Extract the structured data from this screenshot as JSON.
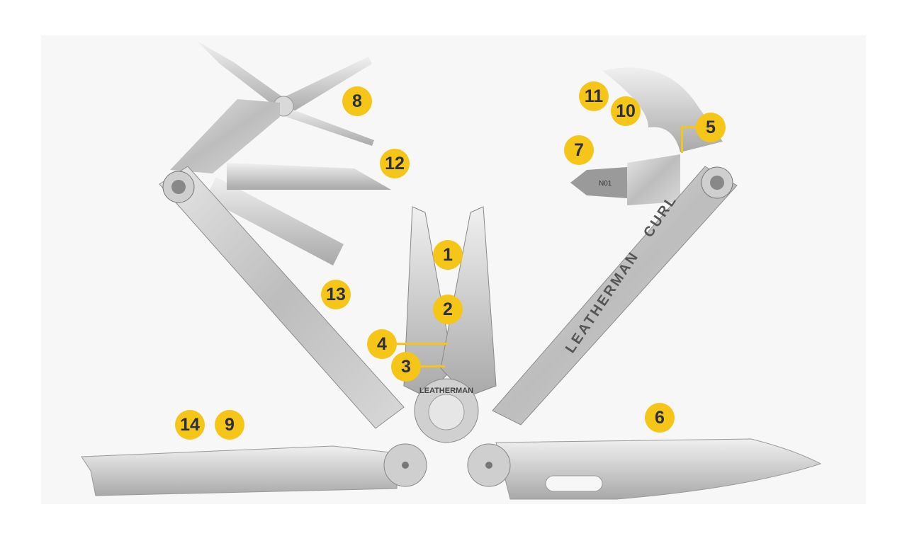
{
  "title": "Leatherman Curl multitool features",
  "logo_text": {
    "handle_brand": "LEATHERMAN",
    "handle_model": "CURL",
    "pivot_brand": "LEATHERMAN"
  },
  "colors": {
    "badge": "#f5c518",
    "badge_text": "#2a2f45",
    "background": "#f7f7f7",
    "steel": "#c9c9c9"
  },
  "callouts": [
    {
      "id": "1",
      "label": "1"
    },
    {
      "id": "2",
      "label": "2"
    },
    {
      "id": "3",
      "label": "3"
    },
    {
      "id": "4",
      "label": "4"
    },
    {
      "id": "5",
      "label": "5"
    },
    {
      "id": "6",
      "label": "6"
    },
    {
      "id": "7",
      "label": "7"
    },
    {
      "id": "8",
      "label": "8"
    },
    {
      "id": "9",
      "label": "9"
    },
    {
      "id": "10",
      "label": "10"
    },
    {
      "id": "11",
      "label": "11"
    },
    {
      "id": "12",
      "label": "12"
    },
    {
      "id": "13",
      "label": "13"
    },
    {
      "id": "14",
      "label": "14"
    }
  ]
}
